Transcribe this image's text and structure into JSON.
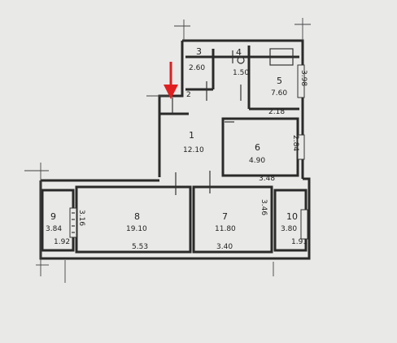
{
  "rooms": [
    {
      "id": "1",
      "area": "12.10"
    },
    {
      "id": "3",
      "area": "2.60"
    },
    {
      "id": "4",
      "area": "1.50"
    },
    {
      "id": "5",
      "area": "7.60"
    },
    {
      "id": "6",
      "area": "4.90"
    },
    {
      "id": "7",
      "area": "11.80"
    },
    {
      "id": "8",
      "area": "19.10"
    },
    {
      "id": "9",
      "area": "3.84"
    },
    {
      "id": "10",
      "area": "3.80"
    }
  ],
  "dimensions": {
    "d_2": "2",
    "d_218": "2.18",
    "d_284": "2.84",
    "d_348": "3.48",
    "d_553": "5.53",
    "d_340": "3.40",
    "d_346": "3.46",
    "d_316": "3.16",
    "d_392": "1.92",
    "d_391": "1.91",
    "d_3_top": "3.98"
  },
  "marker": {
    "color": "#e02020"
  }
}
